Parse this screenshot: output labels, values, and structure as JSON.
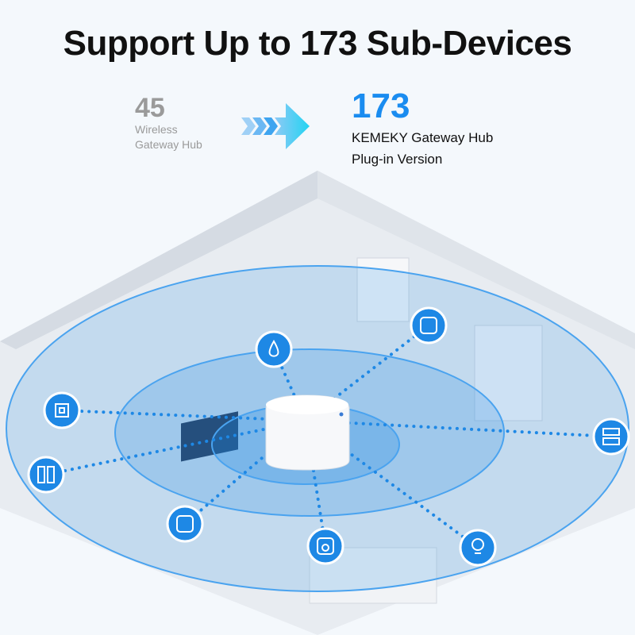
{
  "title": "Support Up to 173 Sub-Devices",
  "comparison": {
    "old": {
      "number": "45",
      "label_line1": "Wireless",
      "label_line2": "Gateway Hub"
    },
    "new": {
      "number": "173",
      "label_line1": "KEMEKY Gateway Hub",
      "label_line2": "Plug-in Version"
    }
  },
  "colors": {
    "accent": "#1a8cf0",
    "icon_bg": "#1e88e5",
    "dots": "#1e88e5"
  },
  "devices": [
    "water-leak-sensor",
    "smart-plug",
    "door-sensor",
    "contact-sensor",
    "smart-plug",
    "temperature-sensor",
    "smart-bulb",
    "smart-switch"
  ]
}
